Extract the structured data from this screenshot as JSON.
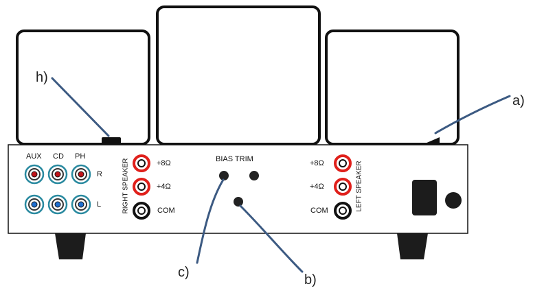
{
  "callouts": {
    "a": "a)",
    "b": "b)",
    "c": "c)",
    "h": "h)"
  },
  "inputs": {
    "aux": "AUX",
    "cd": "CD",
    "ph": "PH",
    "right": "R",
    "left": "L"
  },
  "right_speaker": {
    "label": "RIGHT SPEAKER",
    "t8": "+8Ω",
    "t4": "+4Ω",
    "com": "COM"
  },
  "left_speaker": {
    "label": "LEFT SPEAKER",
    "t8": "+8Ω",
    "t4": "+4Ω",
    "com": "COM"
  },
  "bias": {
    "label": "BIAS TRIM"
  },
  "colors": {
    "outline": "#111111",
    "speaker_red": "#e0201b",
    "rca_teal": "#2a8aa0",
    "rca_red_center": "#c0141a",
    "rca_blue_center": "#1f6fd0",
    "callout_line": "#3c5a82",
    "feet": "#1c1c1c"
  }
}
